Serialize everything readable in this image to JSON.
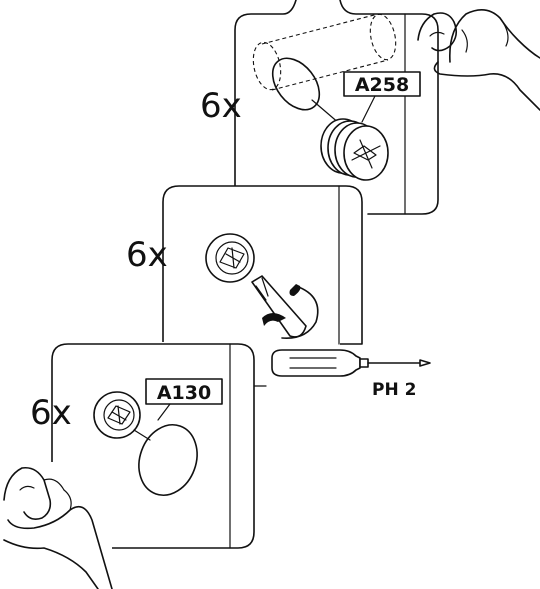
{
  "steps": [
    {
      "quantity": "6x",
      "part_label": "A258"
    },
    {
      "quantity": "6x",
      "part_label": ""
    },
    {
      "quantity": "6x",
      "part_label": "A130"
    }
  ],
  "tool": {
    "label": "PH 2",
    "icon": "phillips-screwdriver-icon"
  },
  "icons": [
    "cam-dowel-icon",
    "cam-lock-icon",
    "hand-icon",
    "rotate-arrow-icon"
  ],
  "colors": {
    "line": "#111111",
    "background": "#ffffff"
  }
}
